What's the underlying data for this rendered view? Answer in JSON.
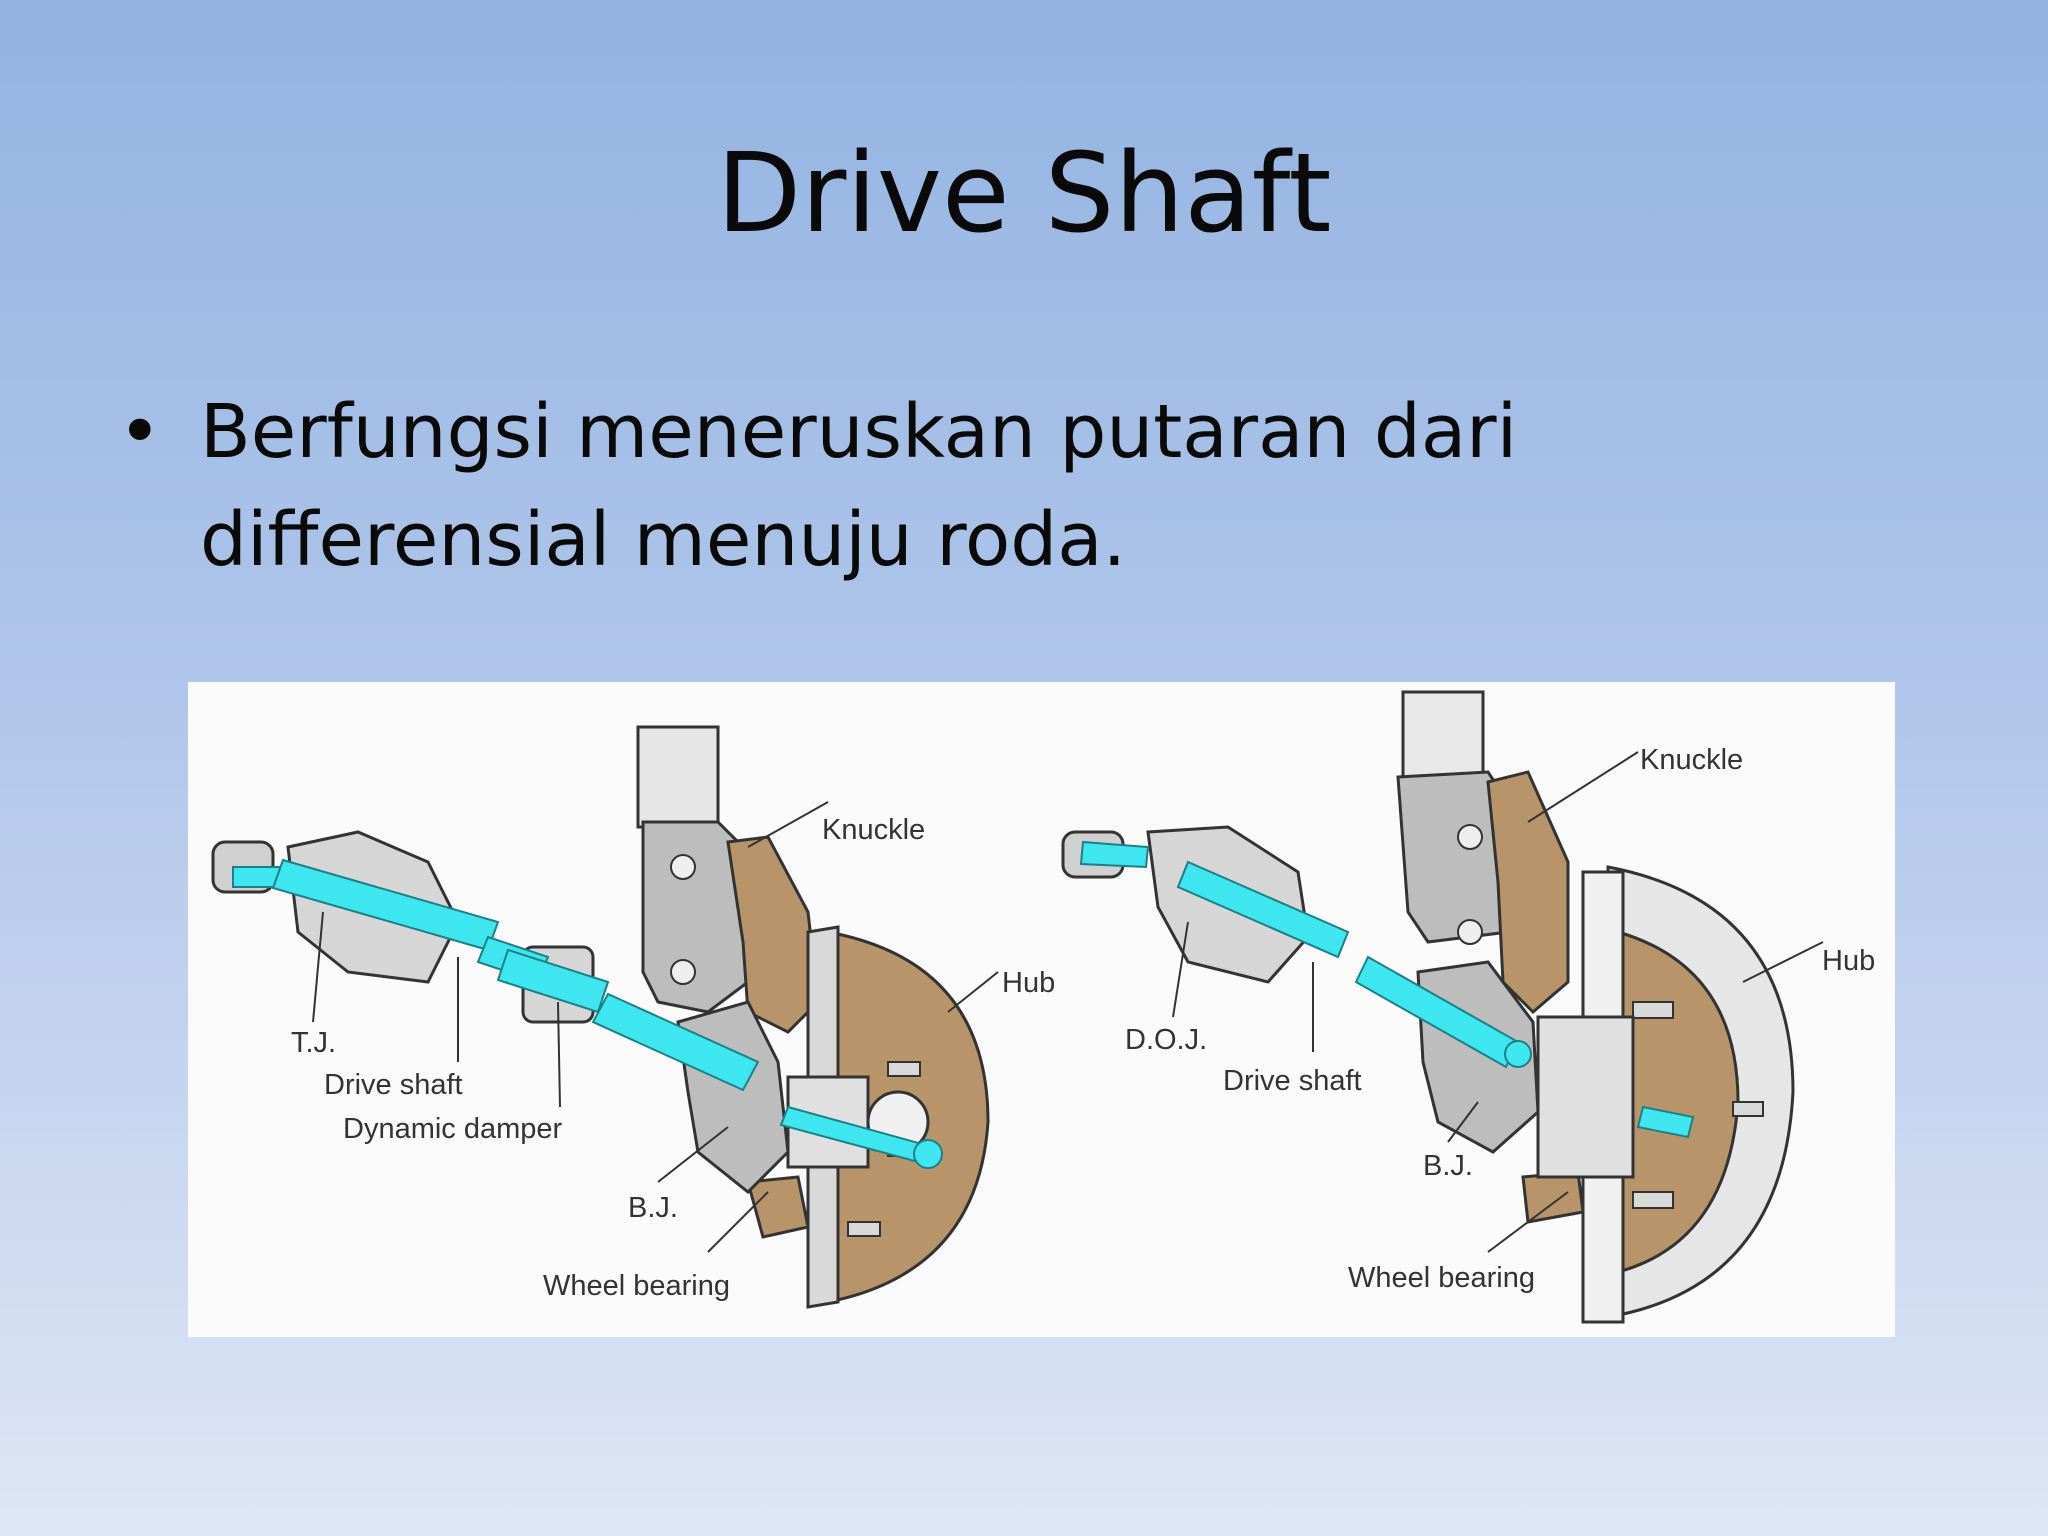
{
  "slide": {
    "title": "Drive Shaft",
    "bullet": "Berfungsi meneruskan putaran dari differensial menuju roda."
  },
  "figure": {
    "left_diagram": {
      "labels": {
        "tj": "T.J.",
        "drive_shaft": "Drive shaft",
        "dynamic_damper": "Dynamic damper",
        "knuckle": "Knuckle",
        "hub": "Hub",
        "bj": "B.J.",
        "wheel_bearing": "Wheel bearing"
      }
    },
    "right_diagram": {
      "labels": {
        "doj": "D.O.J.",
        "drive_shaft": "Drive shaft",
        "knuckle": "Knuckle",
        "hub": "Hub",
        "bj": "B.J.",
        "wheel_bearing": "Wheel bearing"
      }
    },
    "colors": {
      "shaft": "#3ee6ef",
      "knuckle": "#b8946a",
      "metal": "#c9c9c9",
      "outline": "#333333"
    }
  }
}
